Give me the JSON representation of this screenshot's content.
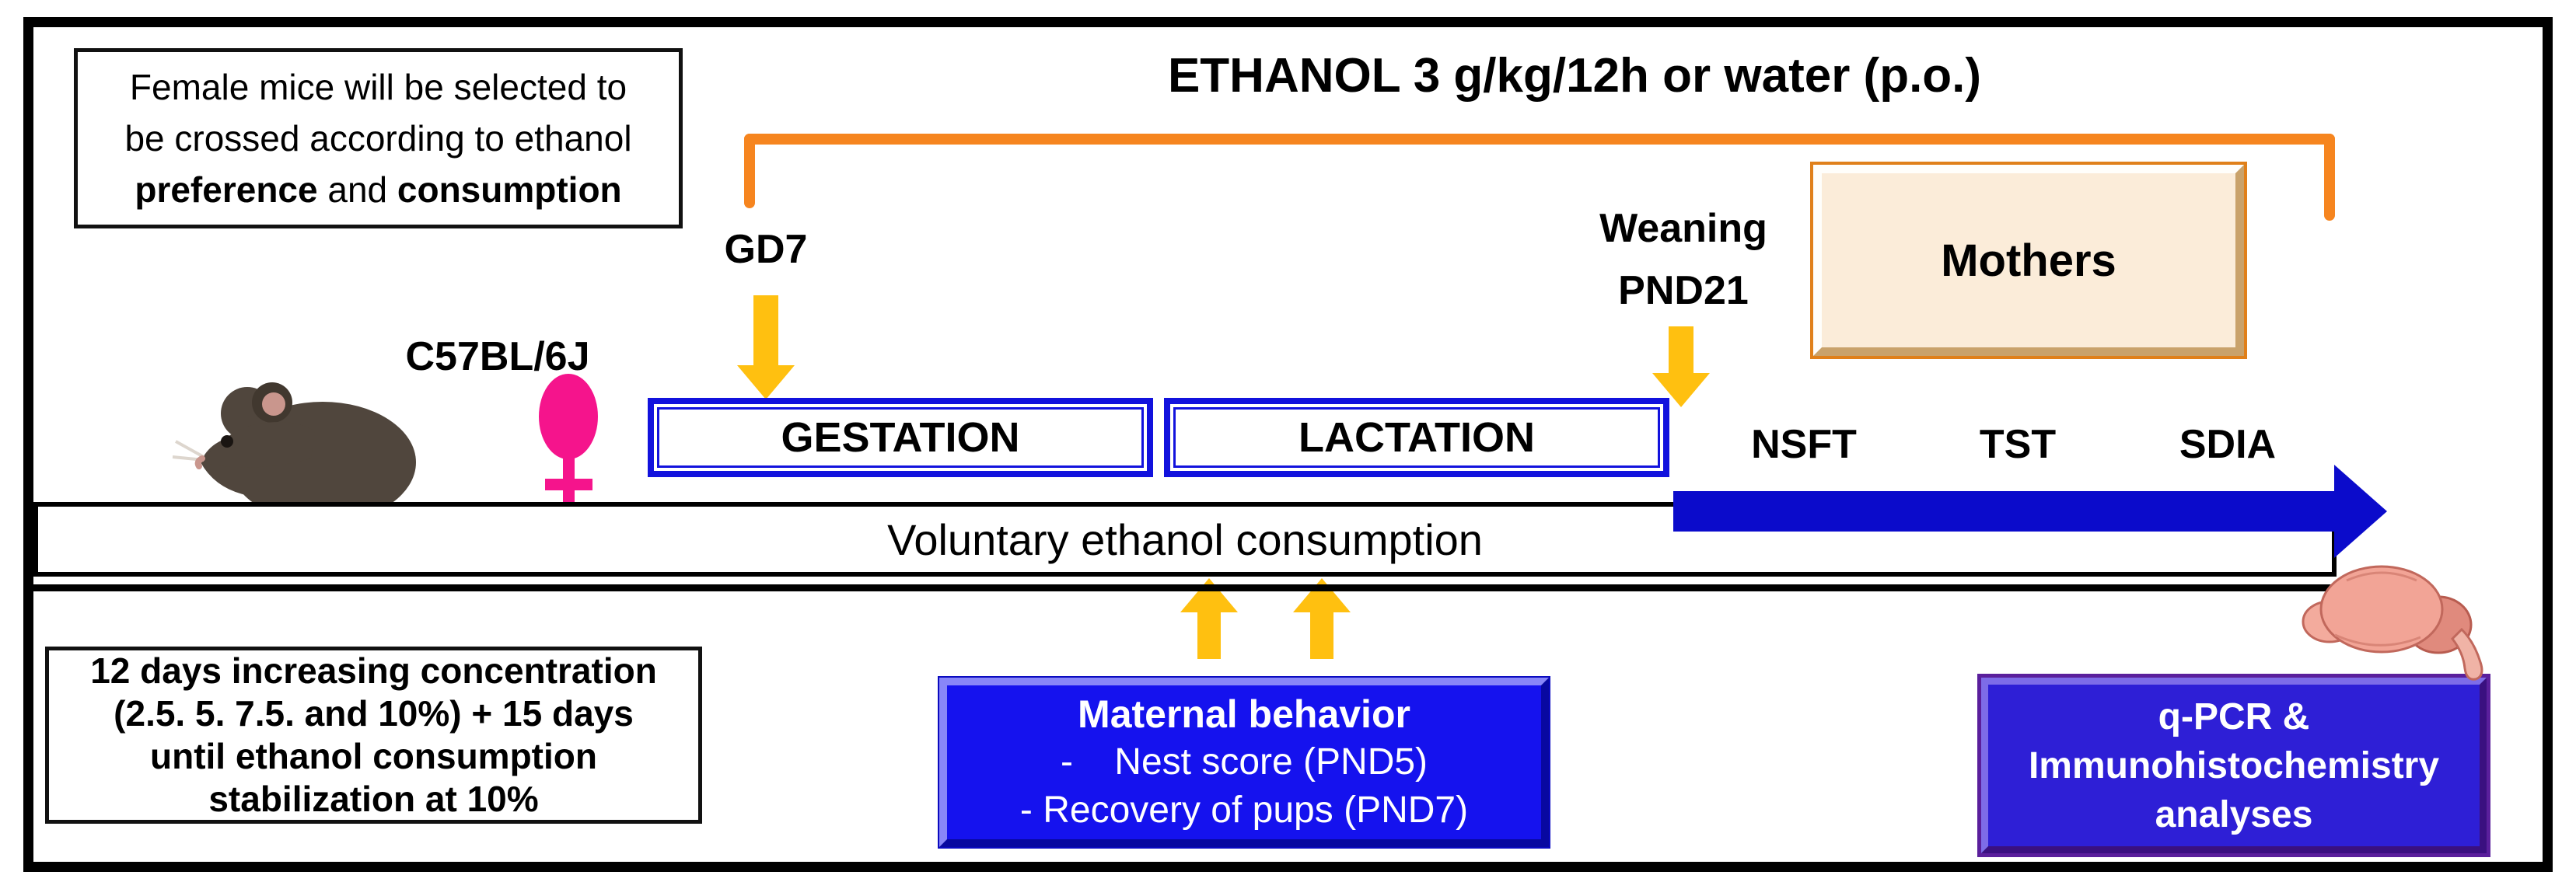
{
  "figure": {
    "title": "ETHANOL 3 g/kg/12h or water (p.o.)",
    "selection_note": {
      "line1": "Female mice will be selected to",
      "line2": "be crossed according to ethanol",
      "line3_bold1": "preference",
      "line3_mid": " and ",
      "line3_bold2": "consumption"
    },
    "strain_label": "C57BL/6J",
    "gd7_label": "GD7",
    "weaning": {
      "line1": "Weaning",
      "line2": "PND21"
    },
    "mothers_label": "Mothers",
    "phases": {
      "gestation": "GESTATION",
      "lactation": "LACTATION"
    },
    "tests": {
      "nsft": "NSFT",
      "tst": "TST",
      "sdia": "SDIA"
    },
    "voluntary_label": "Voluntary ethanol consumption",
    "concentration_note": {
      "line1": "12 days increasing concentration",
      "line2": "(2.5. 5. 7.5. and 10%) + 15 days",
      "line3": "until ethanol consumption",
      "line4": "stabilization at 10%"
    },
    "maternal_box": {
      "title": "Maternal behavior",
      "bullet1": "-    Nest score (PND5)",
      "bullet2": "- Recovery of pups (PND7)"
    },
    "qpcr_box": {
      "line1": "q-PCR &",
      "line2": "Immunohistochemistry",
      "line3": "analyses"
    },
    "icons": {
      "mouse": "mouse-illustration",
      "female_symbol": "female-symbol",
      "brain": "brain-illustration",
      "down_arrows": "yellow-down-arrow",
      "up_arrows": "yellow-up-arrow",
      "timeline_arrow": "blue-right-arrow",
      "bracket": "orange-bracket"
    },
    "colors": {
      "orange_bracket": "#F6851F",
      "gold_arrow": "#FFC010",
      "blue_box_border": "#1212DD",
      "blue_timeline_arrow": "#0B0BCB",
      "maternal_fill": "#1512EE",
      "qpcr_fill": "#2E1FD6",
      "qpcr_border": "#5A1F9C",
      "mothers_fill": "#FBECD9",
      "mothers_border": "#E0801A",
      "female_pink": "#F5148C"
    }
  }
}
